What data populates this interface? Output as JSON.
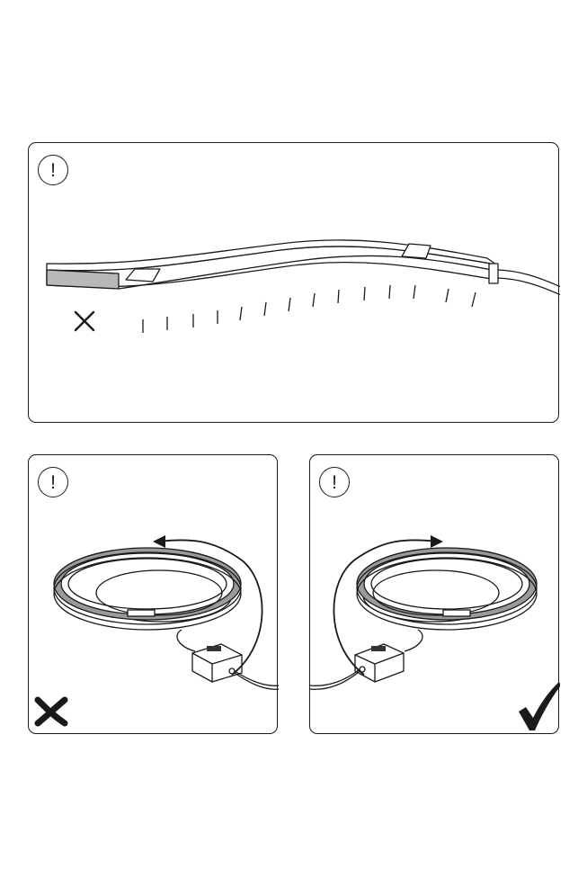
{
  "warning_symbol": "!",
  "panels": [
    {
      "id": "bend-direction",
      "icon": "exclamation-icon",
      "marker": "cross-icon"
    },
    {
      "id": "coil-wrong",
      "icon": "exclamation-icon",
      "marker": "cross-icon",
      "status": "incorrect"
    },
    {
      "id": "coil-right",
      "icon": "exclamation-icon",
      "marker": "check-icon",
      "status": "correct"
    }
  ],
  "colors": {
    "line": "#1a1a1a",
    "strip_fill": "#ffffff",
    "coil_gray": "#9a9a9a",
    "end_gray": "#b8b8b8"
  }
}
